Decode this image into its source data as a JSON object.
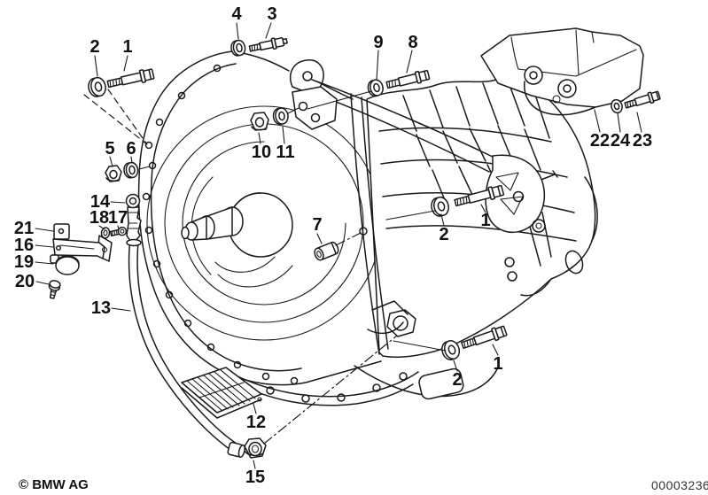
{
  "image": {
    "type": "exploded-parts-diagram",
    "subject": "Automatic transmission / gearbox attaching parts with numbered callouts"
  },
  "footer": {
    "copyright": "© BMW AG",
    "diagram_number": "00003236"
  },
  "colors": {
    "line": "#1a1a1a",
    "background": "#ffffff"
  },
  "callouts": [
    {
      "label": "2",
      "part": "washer"
    },
    {
      "label": "1",
      "part": "hex-bolt"
    },
    {
      "label": "4",
      "part": "washer"
    },
    {
      "label": "3",
      "part": "hex-bolt"
    },
    {
      "label": "9",
      "part": "washer"
    },
    {
      "label": "8",
      "part": "hex-bolt"
    },
    {
      "label": "5",
      "part": "hex-nut"
    },
    {
      "label": "6",
      "part": "washer"
    },
    {
      "label": "10",
      "part": "hex-nut"
    },
    {
      "label": "11",
      "part": "washer"
    },
    {
      "label": "14",
      "part": "cable-eyelet"
    },
    {
      "label": "18",
      "part": "washer"
    },
    {
      "label": "17",
      "part": "screw"
    },
    {
      "label": "21",
      "part": "plate"
    },
    {
      "label": "16",
      "part": "bracket"
    },
    {
      "label": "19",
      "part": "clamp"
    },
    {
      "label": "20",
      "part": "screw"
    },
    {
      "label": "13",
      "part": "filler-tube"
    },
    {
      "label": "7",
      "part": "sleeve"
    },
    {
      "label": "12",
      "part": "vent-grille"
    },
    {
      "label": "15",
      "part": "hex-nut"
    },
    {
      "label": "2",
      "part": "washer"
    },
    {
      "label": "1",
      "part": "hex-bolt"
    },
    {
      "label": "22",
      "part": "heat-shield"
    },
    {
      "label": "24",
      "part": "washer"
    },
    {
      "label": "23",
      "part": "hex-bolt"
    },
    {
      "label": "2",
      "part": "washer"
    },
    {
      "label": "1",
      "part": "hex-bolt"
    }
  ]
}
